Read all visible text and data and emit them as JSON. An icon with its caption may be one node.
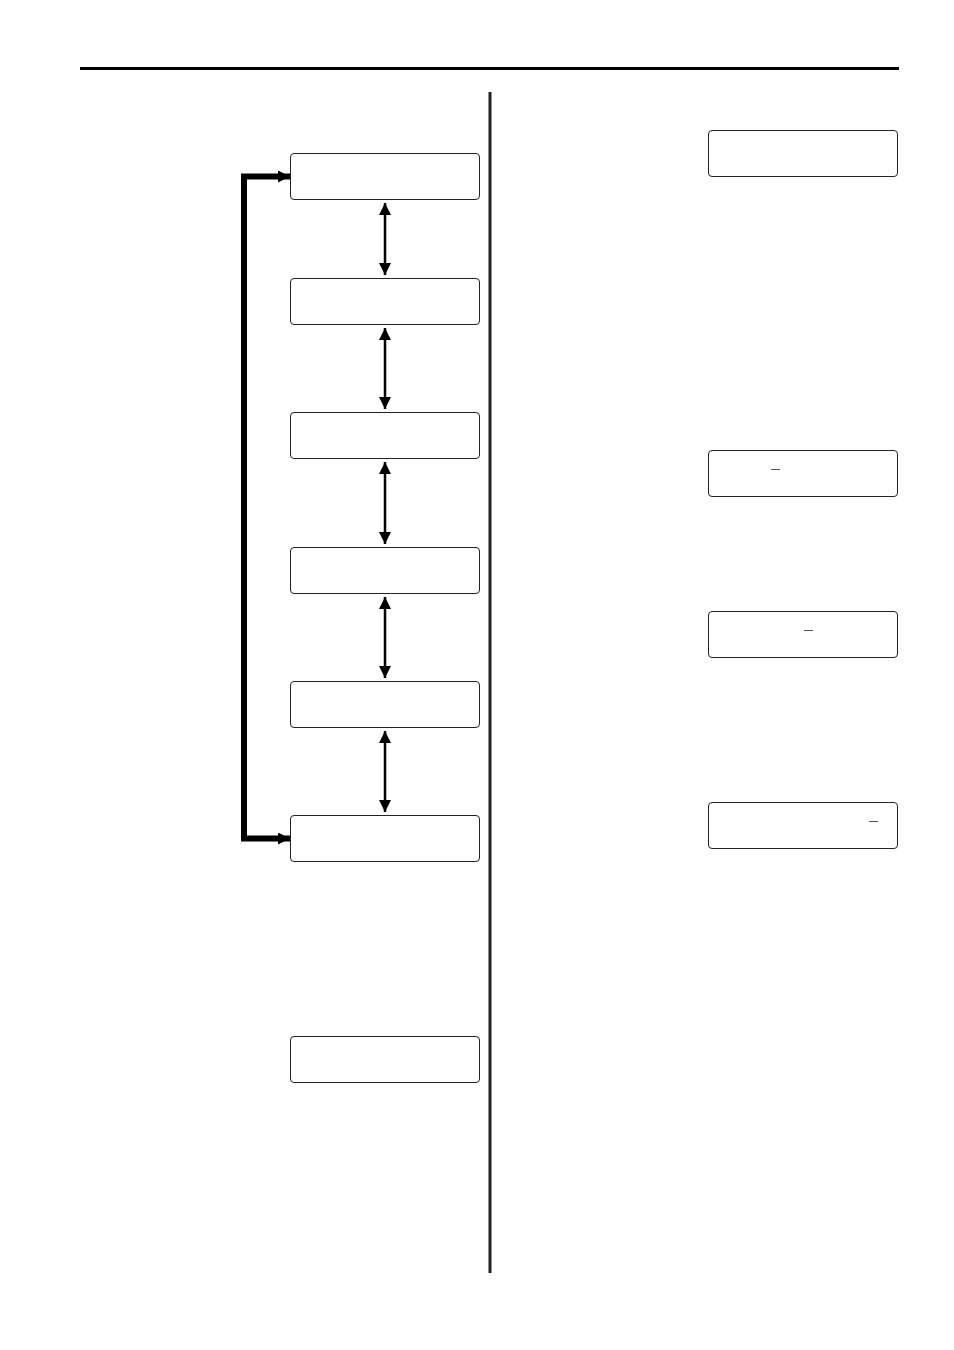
{
  "diagram": {
    "nodes": [
      {
        "text": [],
        "shape": "box"
      },
      {
        "text": [],
        "shape": "box"
      },
      {
        "text": [],
        "shape": "box"
      },
      {
        "text": [],
        "shape": "box"
      },
      {
        "text": [],
        "shape": "box"
      },
      {
        "text": [],
        "shape": "box"
      },
      {
        "text": [],
        "shape": "box"
      },
      {
        "text": [],
        "shape": "box"
      },
      {
        "text": [
          "_"
        ]
      },
      {
        "text": [
          "_"
        ]
      },
      {
        "text": [
          "_"
        ]
      }
    ],
    "edges": [
      {
        "from": 0,
        "to": 1,
        "arrow": "both"
      },
      {
        "from": 1,
        "to": 2,
        "arrow": "both"
      },
      {
        "from": 2,
        "to": 3,
        "arrow": "both"
      },
      {
        "from": 3,
        "to": 4,
        "arrow": "both"
      },
      {
        "from": 4,
        "to": 5,
        "arrow": "both"
      },
      {
        "from": 5,
        "to": 0,
        "arrow": "both",
        "style": "thick"
      }
    ]
  }
}
